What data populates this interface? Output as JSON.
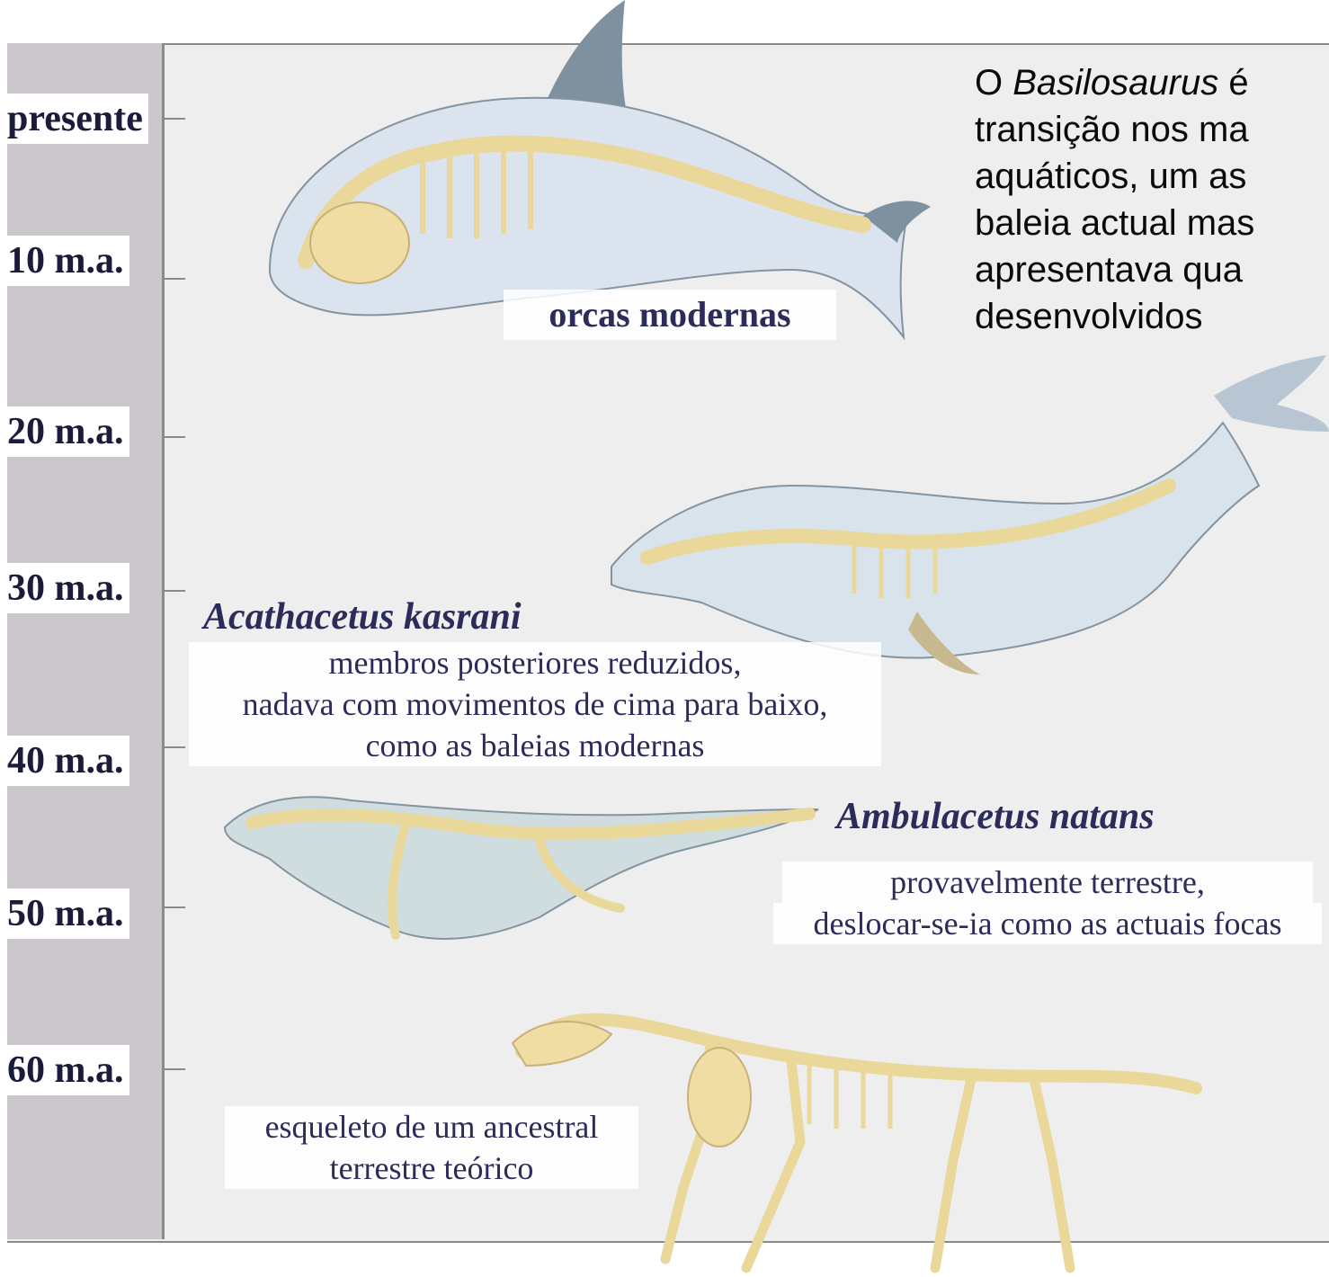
{
  "timeline": {
    "ticks": [
      {
        "label": "presente"
      },
      {
        "label": "10 m.a."
      },
      {
        "label": "20 m.a."
      },
      {
        "label": "30 m.a."
      },
      {
        "label": "40 m.a."
      },
      {
        "label": "50 m.a."
      },
      {
        "label": "60 m.a."
      }
    ]
  },
  "callout": {
    "line1_a": "O ",
    "line1_b": "Basilosaurus",
    "line1_c": " é",
    "line2": "transição nos ma",
    "line3": "aquáticos, um as",
    "line4": "baleia actual mas",
    "line5": "apresentava qua",
    "line6": "desenvolvidos"
  },
  "species": {
    "orca": {
      "name": "orcas modernas"
    },
    "acathacetus": {
      "name": "Acathacetus kasrani",
      "desc1": "membros posteriores reduzidos,",
      "desc2": "nadava com movimentos de cima para baixo,",
      "desc3": "como as baleias modernas"
    },
    "ambulacetus": {
      "name": "Ambulacetus natans",
      "desc1": "provavelmente terrestre,",
      "desc2": "deslocar-se-ia como as actuais focas"
    },
    "ancestor": {
      "desc1": "esqueleto de um ancestral",
      "desc2": "terrestre teórico"
    }
  },
  "colors": {
    "body": "#d9e3ec",
    "dorsal": "#7f919e",
    "bone": "#f1dfa8",
    "text": "#2c2c5a"
  }
}
